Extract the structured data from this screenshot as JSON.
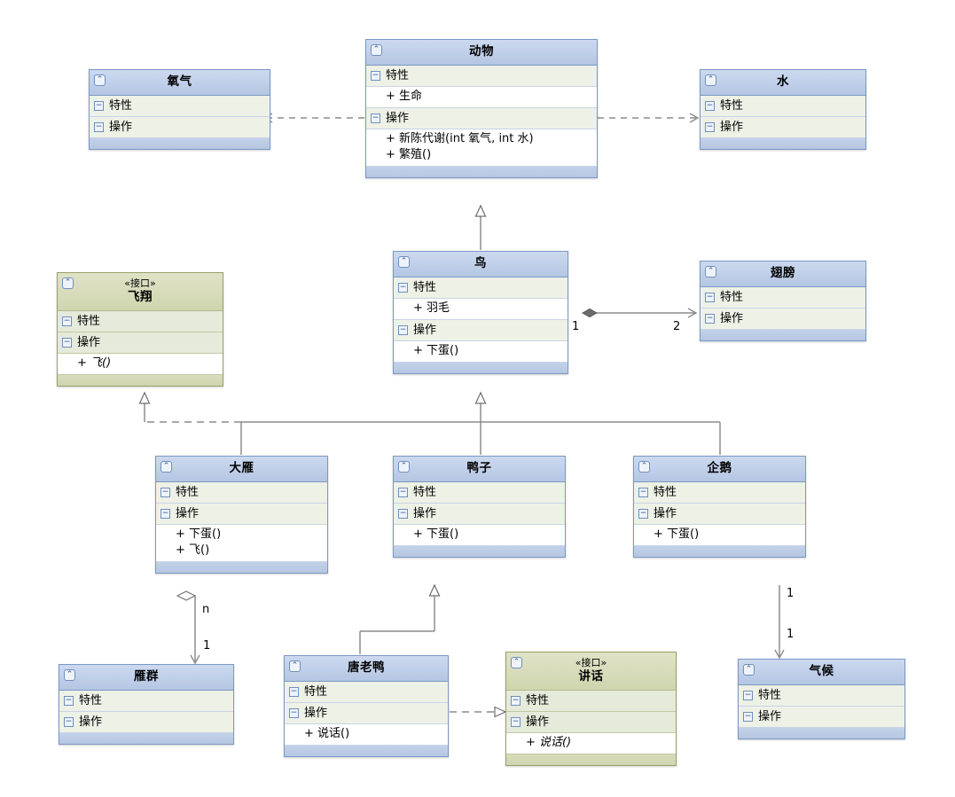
{
  "diagram": {
    "title": "UML Class Diagram",
    "section_labels": {
      "attributes": "特性",
      "operations": "操作"
    },
    "stereotype_interface": "«接口»",
    "colors": {
      "class_header": "#b4c6e3",
      "class_border": "#7a99c4",
      "interface_header": "#cfd5ae",
      "interface_border": "#9aa06a",
      "section_bg": "#eef1e6",
      "edge": "#8c8c8c"
    }
  },
  "classes": {
    "oxygen": {
      "name": "氧气",
      "stereotype": "",
      "attributes": [],
      "operations": []
    },
    "animal": {
      "name": "动物",
      "stereotype": "",
      "attributes": [
        "+ 生命"
      ],
      "operations": [
        "+ 新陈代谢(int 氧气, int 水)",
        "+ 繁殖()"
      ]
    },
    "water": {
      "name": "水",
      "stereotype": "",
      "attributes": [],
      "operations": []
    },
    "fly": {
      "name": "飞翔",
      "stereotype": "«接口»",
      "attributes": [],
      "operations": [
        "+ 飞()"
      ]
    },
    "bird": {
      "name": "鸟",
      "stereotype": "",
      "attributes": [
        "+ 羽毛"
      ],
      "operations": [
        "+ 下蛋()"
      ]
    },
    "wing": {
      "name": "翅膀",
      "stereotype": "",
      "attributes": [],
      "operations": []
    },
    "goose": {
      "name": "大雁",
      "stereotype": "",
      "attributes": [],
      "operations": [
        "+ 下蛋()",
        "+ 飞()"
      ]
    },
    "duck": {
      "name": "鸭子",
      "stereotype": "",
      "attributes": [],
      "operations": [
        "+ 下蛋()"
      ]
    },
    "penguin": {
      "name": "企鹅",
      "stereotype": "",
      "attributes": [],
      "operations": [
        "+ 下蛋()"
      ]
    },
    "flock": {
      "name": "雁群",
      "stereotype": "",
      "attributes": [],
      "operations": []
    },
    "donald": {
      "name": "唐老鸭",
      "stereotype": "",
      "attributes": [],
      "operations": [
        "+ 说话()"
      ]
    },
    "speak": {
      "name": "讲话",
      "stereotype": "«接口»",
      "attributes": [],
      "operations": [
        "+ 说话()"
      ]
    },
    "climate": {
      "name": "气候",
      "stereotype": "",
      "attributes": [],
      "operations": []
    }
  },
  "badges": {
    "collapse": "⌃",
    "expand": "−"
  },
  "multiplicities": {
    "bird_wing_source": "1",
    "bird_wing_target": "2",
    "goose_flock_source": "n",
    "goose_flock_target": "1",
    "penguin_climate_source": "1",
    "penguin_climate_target": "1"
  },
  "relationships": [
    {
      "name": "animal-depends-on-oxygen",
      "type": "dependency",
      "from": "动物",
      "to": "氧气"
    },
    {
      "name": "animal-depends-on-water",
      "type": "dependency",
      "from": "动物",
      "to": "水"
    },
    {
      "name": "bird-inherits-animal",
      "type": "generalization",
      "from": "鸟",
      "to": "动物"
    },
    {
      "name": "bird-composes-wing",
      "type": "composition",
      "from": "鸟",
      "to": "翅膀"
    },
    {
      "name": "goose-inherits-bird",
      "type": "generalization",
      "from": "大雁",
      "to": "鸟"
    },
    {
      "name": "duck-inherits-bird",
      "type": "generalization",
      "from": "鸭子",
      "to": "鸟"
    },
    {
      "name": "penguin-inherits-bird",
      "type": "generalization",
      "from": "企鹅",
      "to": "鸟"
    },
    {
      "name": "goose-realizes-fly",
      "type": "realization",
      "from": "大雁",
      "to": "飞翔"
    },
    {
      "name": "goose-aggregates-flock",
      "type": "aggregation",
      "from": "大雁",
      "to": "雁群"
    },
    {
      "name": "donald-inherits-duck",
      "type": "generalization",
      "from": "唐老鸭",
      "to": "鸭子"
    },
    {
      "name": "donald-realizes-speak",
      "type": "realization",
      "from": "唐老鸭",
      "to": "讲话"
    },
    {
      "name": "penguin-associates-climate",
      "type": "association",
      "from": "企鹅",
      "to": "气候"
    }
  ]
}
